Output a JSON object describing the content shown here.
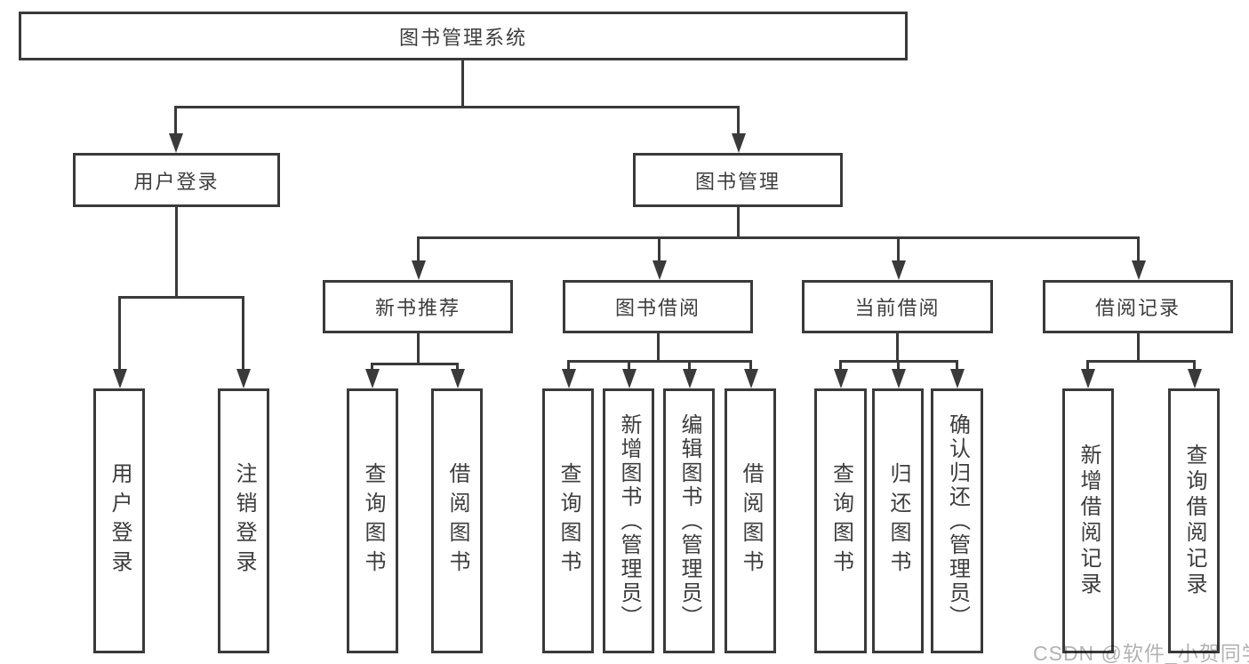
{
  "diagram": {
    "root": {
      "label": "图书管理系统"
    },
    "children": [
      {
        "label": "用户登录",
        "children": [
          {
            "label": "用户登录"
          },
          {
            "label": "注销登录"
          }
        ]
      },
      {
        "label": "图书管理",
        "children": [
          {
            "label": "新书推荐",
            "children": [
              {
                "label": "查询图书"
              },
              {
                "label": "借阅图书"
              }
            ]
          },
          {
            "label": "图书借阅",
            "children": [
              {
                "label": "查询图书"
              },
              {
                "label": "新增图书（管理员）"
              },
              {
                "label": "编辑图书（管理员）"
              },
              {
                "label": "借阅图书"
              }
            ]
          },
          {
            "label": "当前借阅",
            "children": [
              {
                "label": "查询图书"
              },
              {
                "label": "归还图书"
              },
              {
                "label": "确认归还（管理员）"
              }
            ]
          },
          {
            "label": "借阅记录",
            "children": [
              {
                "label": "新增借阅记录"
              },
              {
                "label": "查询借阅记录"
              }
            ]
          }
        ]
      }
    ]
  },
  "watermark": {
    "text": "CSDN @软件_小贺同学"
  },
  "colors": {
    "line": "#3a3a3a",
    "text": "#3d3d3d",
    "watermark": "#b3b3b3",
    "background": "#ffffff"
  }
}
